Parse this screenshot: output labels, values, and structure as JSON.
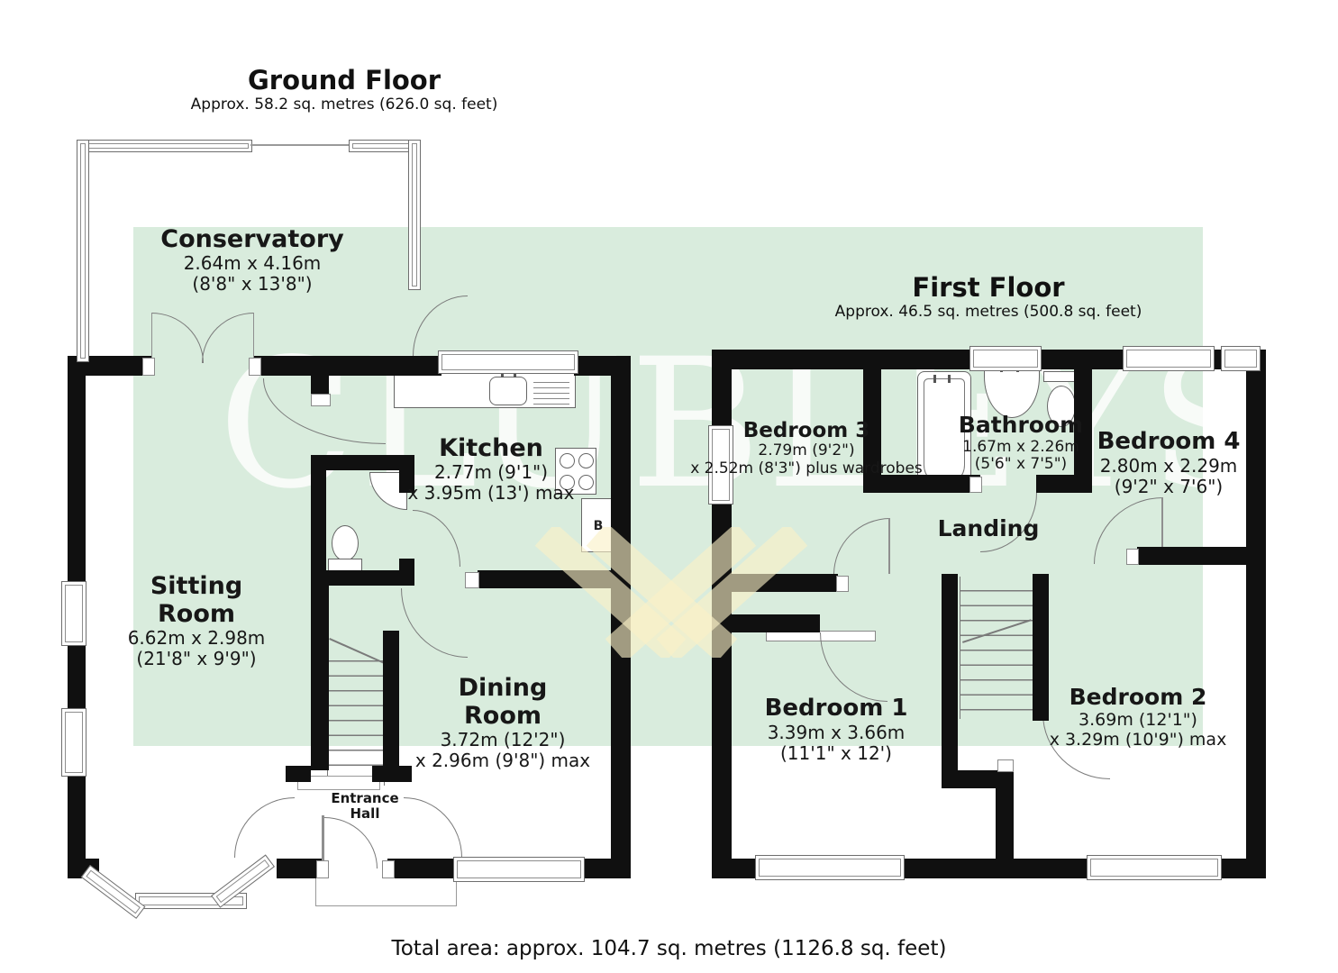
{
  "colors": {
    "tint_green": "#d9ecdd",
    "wall_black": "#101010",
    "watermark_text_color": "rgba(255,255,255,0.80)",
    "watermark_chevron_color": "rgba(250,240,199,0.62)"
  },
  "watermark": {
    "text": "CLUBLEYS"
  },
  "ground_floor": {
    "title": "Ground Floor",
    "subtitle": "Approx. 58.2 sq. metres (626.0 sq. feet)",
    "rooms": {
      "conservatory": {
        "name": "Conservatory",
        "dim1": "2.64m x 4.16m",
        "dim2": "(8'8\" x 13'8\")"
      },
      "kitchen": {
        "name": "Kitchen",
        "dim1": "2.77m (9'1\")",
        "dim2": "x 3.95m (13') max"
      },
      "sitting_room": {
        "name1": "Sitting",
        "name2": "Room",
        "dim1": "6.62m x 2.98m",
        "dim2": "(21'8\" x 9'9\")"
      },
      "dining_room": {
        "name1": "Dining",
        "name2": "Room",
        "dim1": "3.72m (12'2\")",
        "dim2": "x 2.96m (9'8\") max"
      },
      "entrance_hall": {
        "name1": "Entrance",
        "name2": "Hall"
      }
    },
    "boiler_label": "B"
  },
  "first_floor": {
    "title": "First Floor",
    "subtitle": "Approx. 46.5 sq. metres (500.8 sq. feet)",
    "rooms": {
      "bedroom3": {
        "name": "Bedroom 3",
        "dim1": "2.79m (9'2\")",
        "dim2": "x 2.52m (8'3\") plus wardrobes"
      },
      "bathroom": {
        "name": "Bathroom",
        "dim1": "1.67m x 2.26m",
        "dim2": "(5'6\" x 7'5\")"
      },
      "bedroom4": {
        "name": "Bedroom 4",
        "dim1": "2.80m x 2.29m",
        "dim2": "(9'2\" x 7'6\")"
      },
      "landing": {
        "name": "Landing"
      },
      "bedroom1": {
        "name": "Bedroom 1",
        "dim1": "3.39m x 3.66m",
        "dim2": "(11'1\" x 12')"
      },
      "bedroom2": {
        "name": "Bedroom 2",
        "dim1": "3.69m (12'1\")",
        "dim2": "x 3.29m (10'9\") max"
      }
    }
  },
  "footer": {
    "total_area": "Total area: approx. 104.7 sq. metres (1126.8 sq. feet)"
  }
}
